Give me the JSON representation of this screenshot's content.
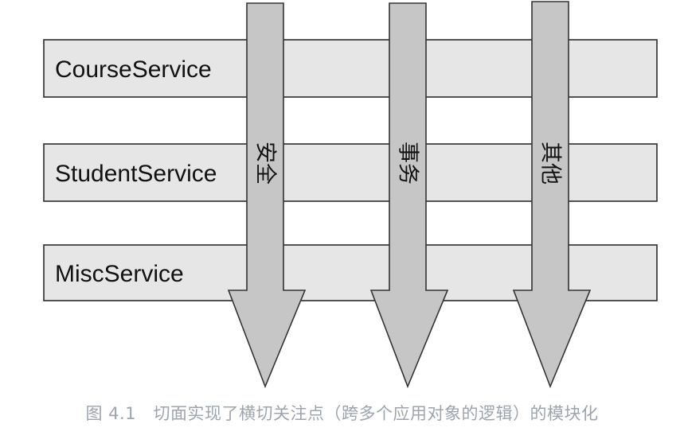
{
  "services": [
    {
      "label": "CourseService"
    },
    {
      "label": "StudentService"
    },
    {
      "label": "MiscService"
    }
  ],
  "aspects": [
    {
      "label": "安全"
    },
    {
      "label": "事务"
    },
    {
      "label": "其他"
    }
  ],
  "caption": "图 4.1　切面实现了横切关注点（跨多个应用对象的逻辑）的模块化",
  "colors": {
    "bar_fill": "#e6e6e6",
    "arrow_fill": "#c6c6c6",
    "outline": "#333333",
    "caption_text": "#9ea4ac"
  }
}
